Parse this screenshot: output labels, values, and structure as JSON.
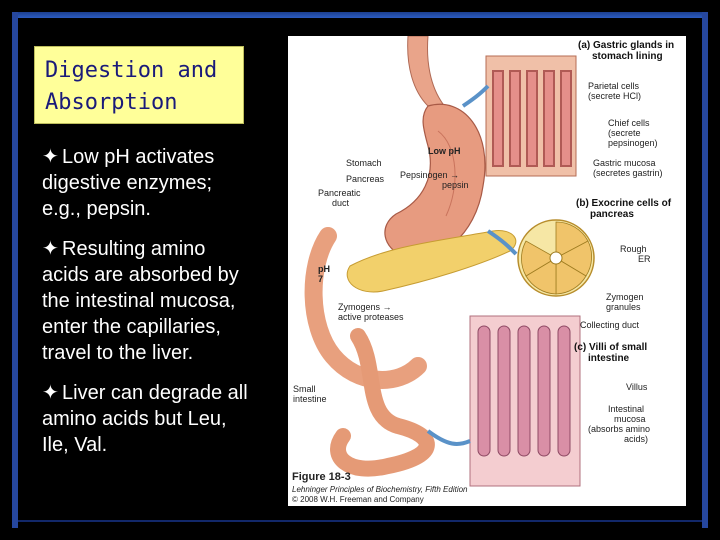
{
  "title": {
    "line1": "Digestion and",
    "line2": "Absorption"
  },
  "bullets": [
    {
      "mark": "✦",
      "lines": [
        "Low pH activates",
        "digestive enzymes;",
        "e.g., pepsin."
      ]
    },
    {
      "mark": "✦",
      "lines": [
        "Resulting amino",
        "acids are absorbed by",
        "the intestinal mucosa,",
        "enter the capillaries,",
        "travel to the liver."
      ]
    },
    {
      "mark": "✦",
      "lines": [
        "Liver can degrade all",
        "amino acids but Leu,",
        "Ile, Val."
      ]
    }
  ],
  "figure": {
    "panel_a": [
      "(a) Gastric glands in",
      "stomach lining"
    ],
    "parietal": [
      "Parietal cells",
      "(secrete HCl)"
    ],
    "chief": [
      "Chief cells",
      "(secrete",
      "pepsinogen)"
    ],
    "mucosa": [
      "Gastric mucosa",
      "(secretes gastrin)"
    ],
    "low_ph": "Low pH",
    "stomach": "Stomach",
    "pancreas": "Pancreas",
    "pancreatic_duct": [
      "Pancreatic",
      "duct"
    ],
    "pepsinogen": [
      "Pepsinogen →",
      "pepsin"
    ],
    "panel_b": [
      "(b) Exocrine cells of",
      "pancreas"
    ],
    "rough_er": [
      "Rough",
      "ER"
    ],
    "ph7": [
      "pH",
      "7"
    ],
    "zymogens": [
      "Zymogens →",
      "active proteases"
    ],
    "zymogen_granules": [
      "Zymogen",
      "granules"
    ],
    "collecting_duct": "Collecting duct",
    "panel_c": [
      "(c) Villi of small",
      "intestine"
    ],
    "small_intestine": [
      "Small",
      "intestine"
    ],
    "villus": "Villus",
    "intestinal_mucosa": [
      "Intestinal",
      "mucosa",
      "(absorbs amino",
      "acids)"
    ],
    "caption": "Figure 18-3",
    "book": "Lehninger Principles of Biochemistry, Fifth Edition",
    "copyright": "© 2008 W.H. Freeman and Company"
  },
  "colors": {
    "frame": "#26479e",
    "title_bg": "#ffff99",
    "title_text": "#1a1a7a"
  }
}
